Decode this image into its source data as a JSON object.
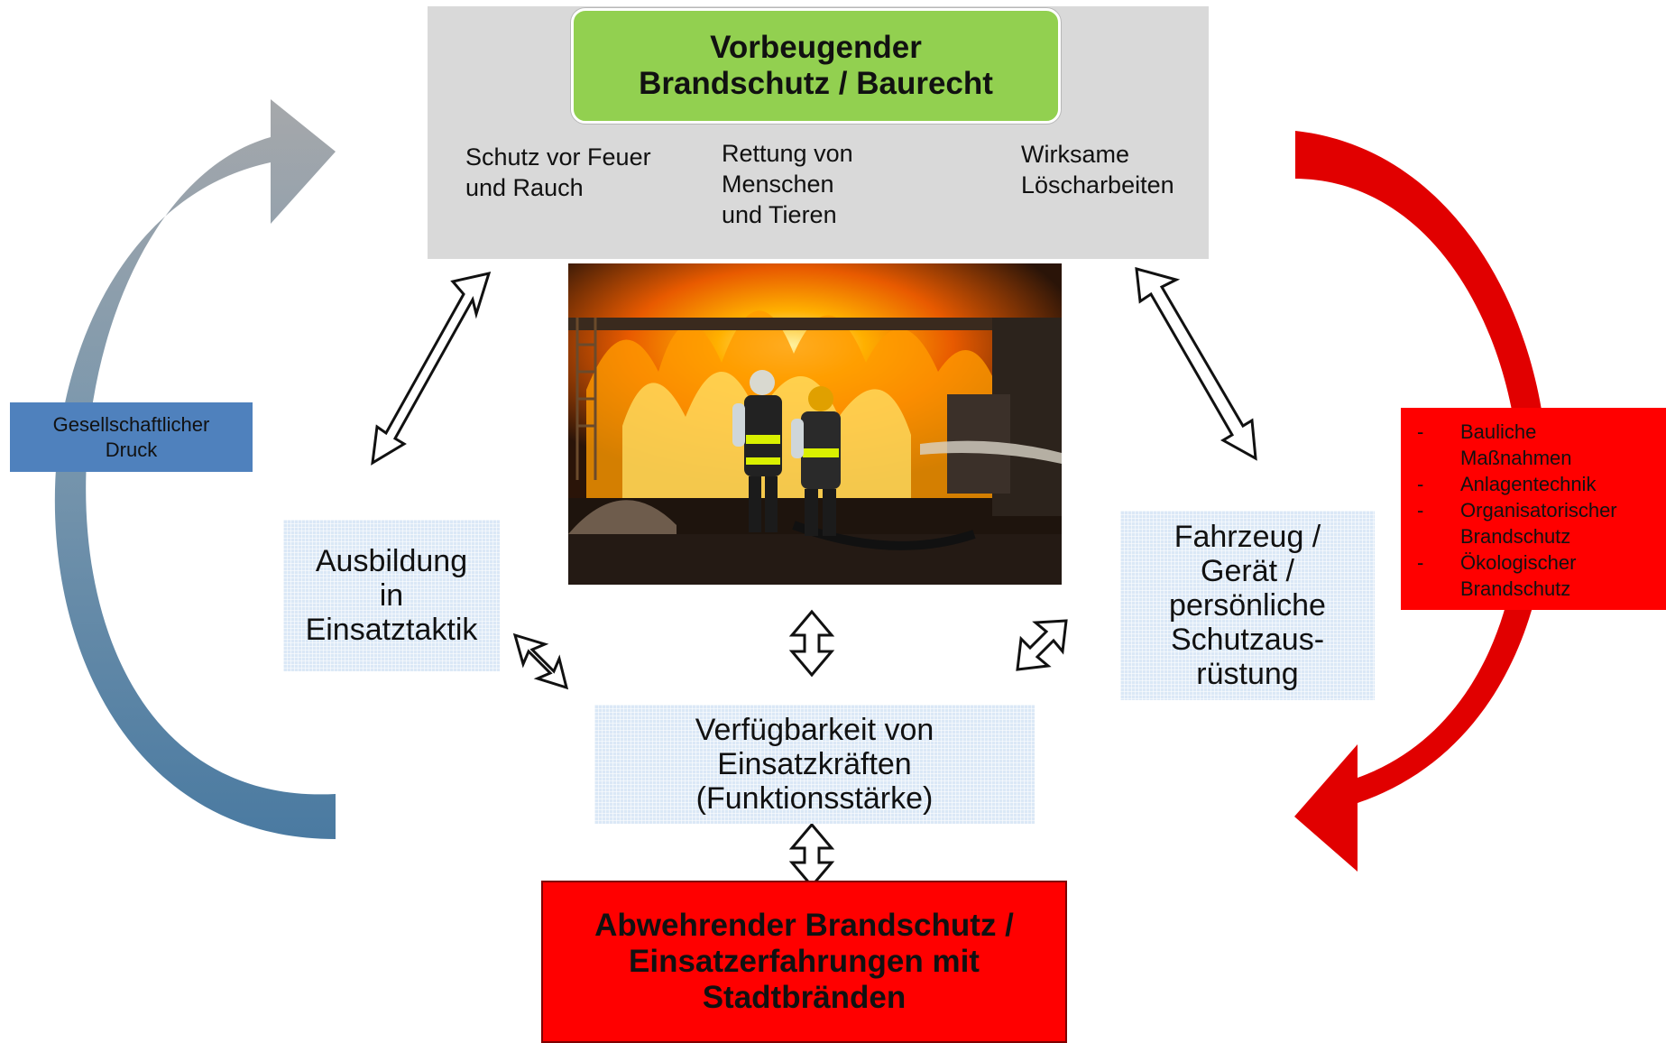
{
  "top_panel": {
    "title_line1": "Vorbeugender",
    "title_line2": "Brandschutz / Baurecht",
    "goals": [
      {
        "lines": [
          "Schutz vor Feuer",
          "und Rauch"
        ]
      },
      {
        "lines": [
          "Rettung von",
          "Menschen",
          "und Tieren"
        ]
      },
      {
        "lines": [
          "Wirksame",
          "Löscharbeiten"
        ]
      }
    ]
  },
  "left_label": {
    "lines": [
      "Gesellschaftlicher",
      "Druck"
    ]
  },
  "right_list": {
    "dash": "-",
    "items": [
      {
        "lines": [
          "Bauliche",
          "Maßnahmen"
        ]
      },
      {
        "lines": [
          "Anlagentechnik"
        ]
      },
      {
        "lines": [
          "Organisatorischer",
          "Brandschutz"
        ]
      },
      {
        "lines": [
          "Ökologischer",
          "Brandschutz"
        ]
      }
    ]
  },
  "boxes": {
    "training": {
      "lines": [
        "Ausbildung",
        "in",
        "Einsatztaktik"
      ]
    },
    "equipment": {
      "lines": [
        "Fahrzeug /",
        "Gerät /",
        "persönliche",
        "Schutzaus-",
        "rüstung"
      ]
    },
    "availability": {
      "lines": [
        "Verfügbarkeit von",
        "Einsatzkräften",
        "(Funktionsstärke)"
      ]
    }
  },
  "bottom": {
    "lines": [
      "Abwehrender Brandschutz /",
      "Einsatzerfahrungen mit",
      "Stadtbränden"
    ]
  },
  "colors": {
    "green": "#92d050",
    "red": "#ff0000",
    "blue": "#4f81bd",
    "grey_panel": "#d9d9d9",
    "light_blue_box": "#dbe8f6"
  }
}
